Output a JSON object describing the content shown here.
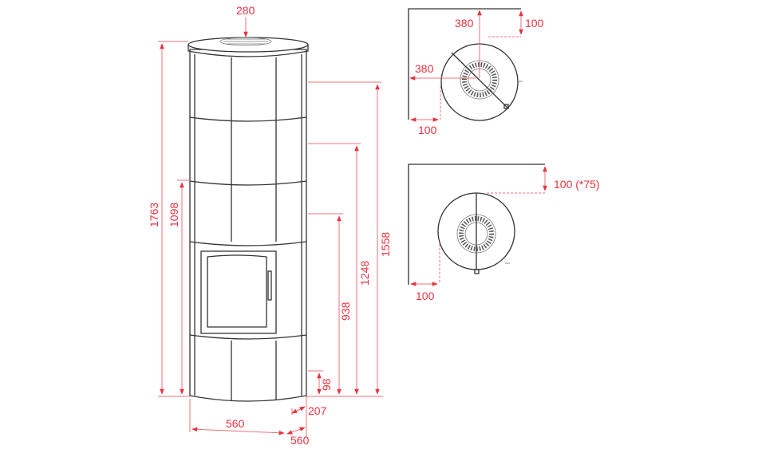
{
  "title": "Stove dimension drawing",
  "front_view": {
    "dims": {
      "flue_offset": "280",
      "total_height": "1763",
      "rear_outlet_height": "1098",
      "height_1558": "1558",
      "height_1248": "1248",
      "height_938": "938",
      "height_98": "98",
      "depth_207": "207",
      "width": "560",
      "depth": "560"
    }
  },
  "top_view_corner": {
    "dims": {
      "center_from_back": "380",
      "back_clearance": "100",
      "center_from_side": "380",
      "side_clearance": "100"
    }
  },
  "top_view_wall": {
    "dims": {
      "back_clearance": "100 (*75)",
      "side_clearance": "100"
    }
  },
  "colors": {
    "dimension": "#e8323f",
    "outline": "#333333"
  }
}
